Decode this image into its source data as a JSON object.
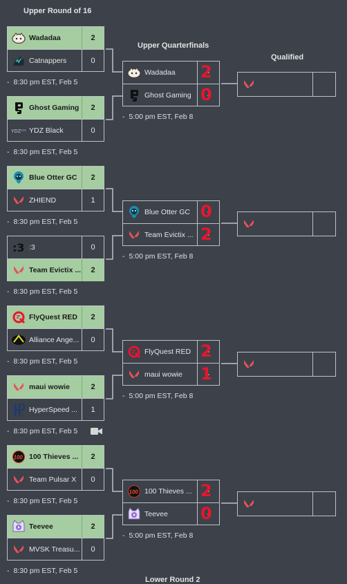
{
  "headers": {
    "r16": "Upper Round of 16",
    "qf": "Upper Quarterfinals",
    "qualified": "Qualified",
    "lower": "Lower Round 2"
  },
  "r16": [
    {
      "t1": {
        "name": "Wadadaa",
        "score": "2",
        "icon": "wadadaa-logo"
      },
      "t2": {
        "name": "Catnappers",
        "score": "0",
        "icon": "catnappers-logo"
      },
      "time": "8:30 pm EST, Feb 5"
    },
    {
      "t1": {
        "name": "Ghost Gaming",
        "score": "2",
        "icon": "ghost-gaming-logo"
      },
      "t2": {
        "name": "YDZ Black",
        "score": "0",
        "icon": "ydz-logo"
      },
      "time": "8:30 pm EST, Feb 5"
    },
    {
      "t1": {
        "name": "Blue Otter GC",
        "score": "2",
        "icon": "blue-otter-logo"
      },
      "t2": {
        "name": "ZHIEND",
        "score": "1",
        "icon": "valorant-logo"
      },
      "time": "8:30 pm EST, Feb 5"
    },
    {
      "t1": {
        "name": ":3",
        "score": "0",
        "icon": "colon-three-logo"
      },
      "t2": {
        "name": "Team Evictix ...",
        "score": "2",
        "icon": "valorant-logo"
      },
      "time": "8:30 pm EST, Feb 5"
    },
    {
      "t1": {
        "name": "FlyQuest RED",
        "score": "2",
        "icon": "flyquest-logo"
      },
      "t2": {
        "name": "Alliance Ange...",
        "score": "0",
        "icon": "alliance-logo"
      },
      "time": "8:30 pm EST, Feb 5"
    },
    {
      "t1": {
        "name": "maui wowie",
        "score": "2",
        "icon": "valorant-logo"
      },
      "t2": {
        "name": "HyperSpeed ...",
        "score": "1",
        "icon": "hyperspeed-logo"
      },
      "time": "8:30 pm EST, Feb 5"
    },
    {
      "t1": {
        "name": "100 Thieves ...",
        "score": "2",
        "icon": "100-thieves-logo"
      },
      "t2": {
        "name": "Team Pulsar X",
        "score": "0",
        "icon": "valorant-logo"
      },
      "time": "8:30 pm EST, Feb 5"
    },
    {
      "t1": {
        "name": "Teevee",
        "score": "2",
        "icon": "teevee-logo"
      },
      "t2": {
        "name": "MVSK Treasu...",
        "score": "0",
        "icon": "valorant-logo"
      },
      "time": "8:30 pm EST, Feb 5"
    }
  ],
  "qf": [
    {
      "t1": {
        "name": "Wadadaa",
        "score": "-",
        "hand": "2",
        "icon": "wadadaa-logo"
      },
      "t2": {
        "name": "Ghost Gaming",
        "score": "-",
        "hand": "0",
        "icon": "ghost-gaming-logo"
      },
      "time": "5:00 pm EST, Feb 8"
    },
    {
      "t1": {
        "name": "Blue Otter GC",
        "score": "-",
        "hand": "0",
        "icon": "blue-otter-logo"
      },
      "t2": {
        "name": "Team Evictix ...",
        "score": "-",
        "hand": "2",
        "icon": "valorant-logo"
      },
      "time": "5:00 pm EST, Feb 8"
    },
    {
      "t1": {
        "name": "FlyQuest RED",
        "score": "-",
        "hand": "2",
        "icon": "flyquest-logo"
      },
      "t2": {
        "name": "maui wowie",
        "score": "-",
        "hand": "1",
        "icon": "valorant-logo"
      },
      "time": "5:00 pm EST, Feb 8"
    },
    {
      "t1": {
        "name": "100 Thieves ...",
        "score": "-",
        "hand": "2",
        "icon": "100-thieves-logo"
      },
      "t2": {
        "name": "Teevee",
        "score": "-",
        "hand": "0",
        "icon": "teevee-logo"
      },
      "time": "5:00 pm EST, Feb 8"
    }
  ],
  "qualified_icon": "valorant-logo",
  "stream_icon": "video-camera-icon",
  "colors": {
    "background": "#3c414a",
    "winner_row": "#a5cda1",
    "border": "#bfc2c7",
    "handwriting": "#e8152e",
    "valorant": "#e8515a"
  }
}
